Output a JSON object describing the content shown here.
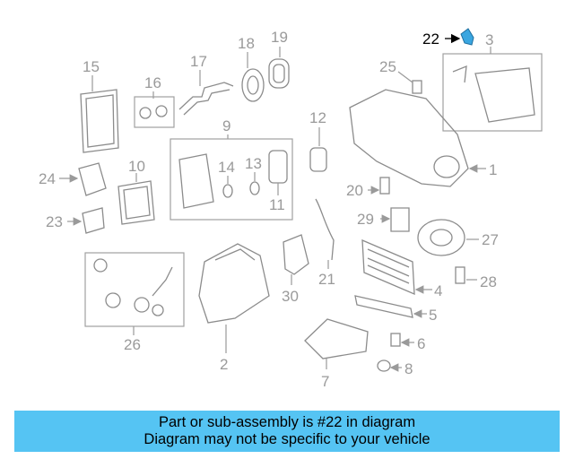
{
  "colors": {
    "banner_bg": "#55c4f3",
    "highlight_part": "#3aa6e0",
    "line_gray": "#8c8c8c"
  },
  "callouts": {
    "c1": "1",
    "c2": "2",
    "c3": "3",
    "c4": "4",
    "c5": "5",
    "c6": "6",
    "c7": "7",
    "c8": "8",
    "c9": "9",
    "c10": "10",
    "c11": "11",
    "c12": "12",
    "c13": "13",
    "c14": "14",
    "c15": "15",
    "c16": "16",
    "c17": "17",
    "c18": "18",
    "c19": "19",
    "c20": "20",
    "c21": "21",
    "c22": "22",
    "c23": "23",
    "c24": "24",
    "c25": "25",
    "c26": "26",
    "c27": "27",
    "c28": "28",
    "c29": "29",
    "c30": "30"
  },
  "banner": {
    "line1": "Part or sub-assembly is #22 in diagram",
    "line2": "Diagram may not be specific to your vehicle"
  }
}
